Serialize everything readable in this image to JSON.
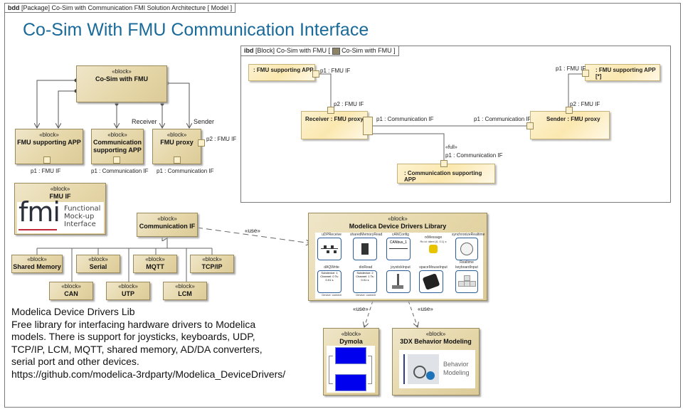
{
  "frame": {
    "kind": "bdd",
    "context": "[Package] Co-Sim with Communication FMI Solution Architecture",
    "model": "[ Model ]"
  },
  "title": "Co-Sim With FMU Communication Interface",
  "stereotype": "«block»",
  "use_label": "«use»",
  "bdd_blocks": {
    "cosim": "Co-Sim with FMU",
    "fmu_app": "FMU supporting APP",
    "comm_app": "Communication supporting APP",
    "proxy": "FMU proxy",
    "fmu_if": "FMU IF",
    "comm_if": "Communication IF",
    "shared_memory": "Shared Memory",
    "serial": "Serial",
    "mqtt": "MQTT",
    "tcpip": "TCP/IP",
    "can": "CAN",
    "utp": "UTP",
    "lcm": "LCM",
    "modelica": "Modelica Device Drivers Library",
    "dymola": "Dymola",
    "behavior": "3DX Behavior Modeling"
  },
  "bdd_labels": {
    "receiver": "Receiver",
    "sender": "Sender",
    "fmu_app_port": "p1 : FMU IF",
    "comm_app_port": "p1 : Communication IF",
    "proxy_p1": "p1 : Communication IF",
    "proxy_p2": "p2 : FMU IF"
  },
  "fmi_logo": {
    "mark": "fmi",
    "line1": "Functional",
    "line2": "Mock-up",
    "line3": "Interface"
  },
  "behavior_logo": {
    "line1": "Behavior",
    "line2": "Modeling"
  },
  "ibd": {
    "tab_kind": "ibd",
    "tab_text": "[Block] Co-Sim with FMU [",
    "tab_text2": "Co-Sim with FMU ]",
    "parts": {
      "fmu_app_left": ": FMU supporting APP",
      "fmu_app_right": ": FMU supporting APP [*]",
      "receiver": "Receiver : FMU proxy",
      "sender": "Sender : FMU proxy",
      "comm_app": ": Communication supporting APP"
    },
    "labels": {
      "left_app_p1": "p1 : FMU IF",
      "receiver_p2": "p2 : FMU IF",
      "receiver_p1": "p1 : Communication IF",
      "sender_p1": "p1 : Communication IF",
      "sender_p2": "p2 : FMU IF",
      "right_app_p1": "p1 : FMU IF",
      "full": "«full»",
      "comm_app_p1": "p1 : Communication IF"
    }
  },
  "modelica_icons": [
    {
      "label": "uDPReceive"
    },
    {
      "label": "sharedMemoryRead"
    },
    {
      "label": "cANConfig",
      "text": "CANbus_1"
    },
    {
      "label": "rxMessage",
      "text": "Rx id: ident (0, 0.1) s"
    },
    {
      "label": "synchronizeRealtime",
      "text": "Realtime"
    },
    {
      "label": "dAQWrite",
      "text": "Subdevice: 1 Channel: 0 Ts: 0.01 s",
      "footer": "Device: comedi"
    },
    {
      "label": "dioRead",
      "text": "Subdevice: 2 Channel: 1 Ts: 0.01 s",
      "footer": "Device: comedi"
    },
    {
      "label": "joystickInput"
    },
    {
      "label": "spaceMouseInput"
    },
    {
      "label": "keyboardInput"
    }
  ],
  "note": {
    "heading": "Modelica Device Drivers Lib",
    "line1": "Free library for interfacing hardware drivers to Modelica",
    "line2": "models. There is support for joysticks, keyboards, UDP,",
    "line3": "TCP/IP, LCM, MQTT, shared memory, AD/DA converters,",
    "line4": "serial port and other devices.",
    "url": "https://github.com/modelica-3rdparty/Modelica_DeviceDrivers/"
  },
  "colors": {
    "title": "#1a6a99",
    "block_fill": "#e6d7a9",
    "part_fill": "#fbe8b0",
    "fmi_red": "#c0283a",
    "dymola_blue": "#0000ee"
  }
}
